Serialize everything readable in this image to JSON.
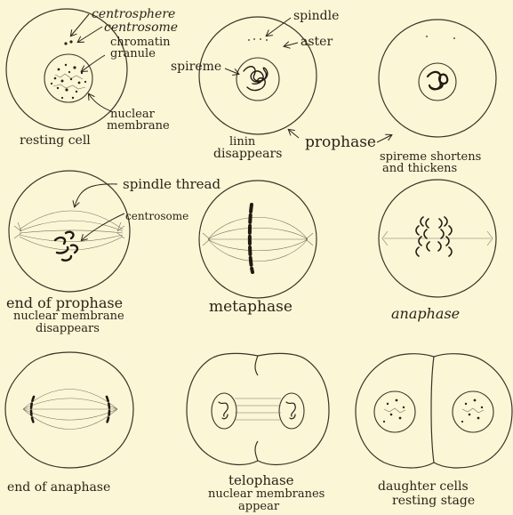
{
  "labels": {
    "centrosphere": "centrosphere",
    "centrosome": "centrosome",
    "chromatin_1": "chromatin",
    "chromatin_2": "granule",
    "nuclear_membrane_1": "nuclear",
    "nuclear_membrane_2": "membrane",
    "resting_cell": "resting cell",
    "spindle": "spindle",
    "aster": "aster",
    "spireme": "spireme",
    "linin_1": "linin",
    "linin_2": "disappears",
    "prophase": "prophase",
    "spireme_shortens_1": "spireme shortens",
    "spireme_shortens_2": "and thickens",
    "spindle_thread": "spindle thread",
    "centrosome_2": "centrosome",
    "end_prophase_1": "end of prophase",
    "end_prophase_2": "nuclear membrane",
    "end_prophase_3": "disappears",
    "metaphase": "metaphase",
    "anaphase": "anaphase",
    "end_anaphase": "end of anaphase",
    "telophase_1": "telophase",
    "telophase_2": "nuclear membranes",
    "telophase_3": "appear",
    "daughter_1": "daughter cells",
    "daughter_2": "resting stage"
  }
}
